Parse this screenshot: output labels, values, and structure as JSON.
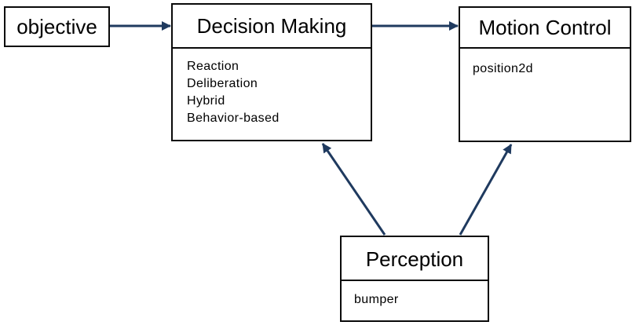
{
  "diagram": {
    "objective": {
      "title": "objective"
    },
    "decision_making": {
      "title": "Decision Making",
      "items": [
        "Reaction",
        "Deliberation",
        "Hybrid",
        "Behavior-based"
      ]
    },
    "motion_control": {
      "title": "Motion Control",
      "items": [
        "position2d"
      ]
    },
    "perception": {
      "title": "Perception",
      "items": [
        "bumper"
      ]
    }
  },
  "colors": {
    "arrow": "#1f3a5f",
    "border": "#0a0a0a",
    "background": "#ffffff"
  }
}
